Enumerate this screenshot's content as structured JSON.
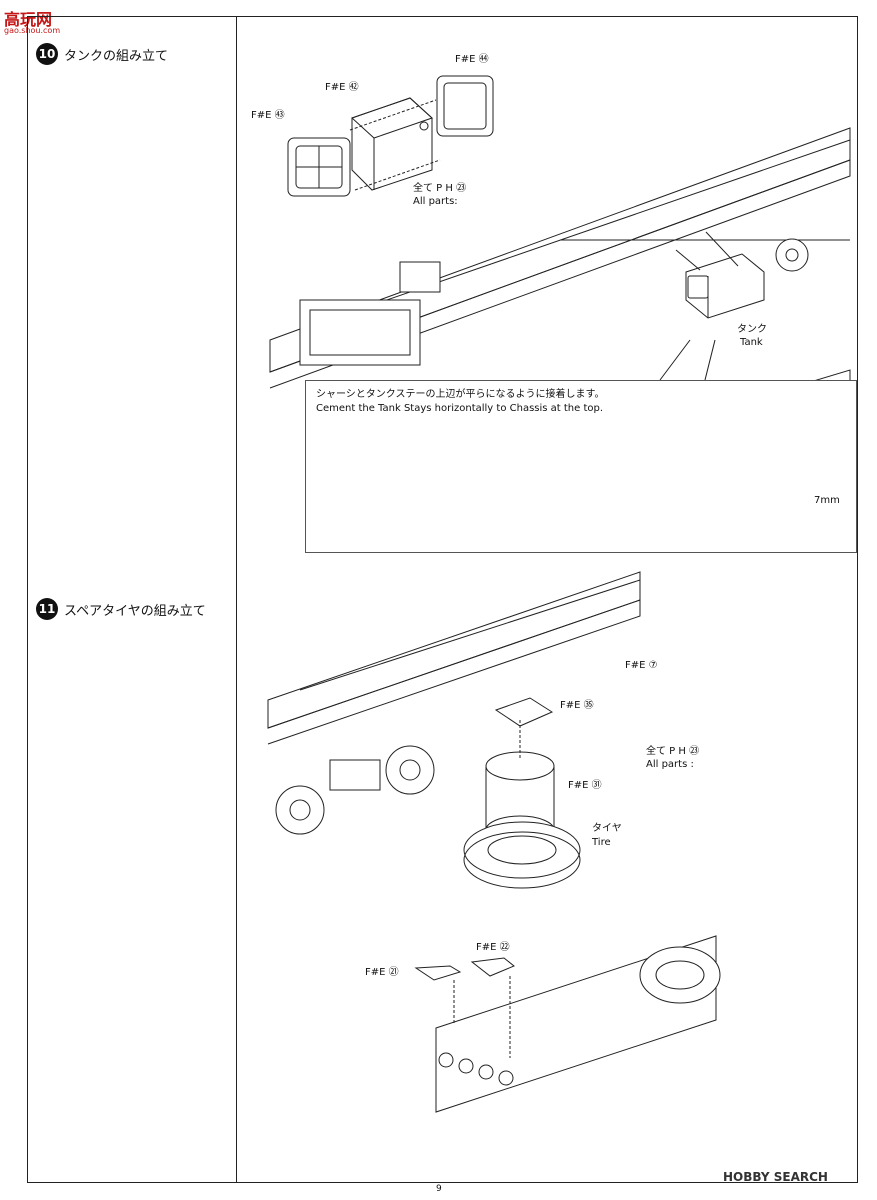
{
  "watermark": {
    "top": "高玩网",
    "sub": "gao.shou.com",
    "bottom": "HOBBY SEARCH"
  },
  "step10": {
    "number": "10",
    "title": "タンクの組み立て"
  },
  "step11": {
    "number": "11",
    "title": "スペアタイヤの組み立て"
  },
  "labels": {
    "fe44": "F#E ㊹",
    "fe42": "F#E ㊷",
    "fe43": "F#E ㊸",
    "allparts1_jp": "全て P H ㉓",
    "allparts1_en": "All parts:",
    "tank_jp": "タンク",
    "tank_en": "Tank",
    "fe7": "F#E ⑦",
    "fe35": "F#E ㉟",
    "allparts2_jp": "全て P H ㉓",
    "allparts2_en": "All parts :",
    "fe31": "F#E ㉛",
    "tire_jp": "タイヤ",
    "tire_en": "Tire",
    "fe22": "F#E ㉒",
    "fe21": "F#E ㉑"
  },
  "note": {
    "jp": "シャーシとタンクステーの上辺が平らになるように接着します。",
    "en": "Cement the Tank Stays horizontally to Chassis at the top.",
    "dimension": "7mm"
  },
  "page_number": "9"
}
